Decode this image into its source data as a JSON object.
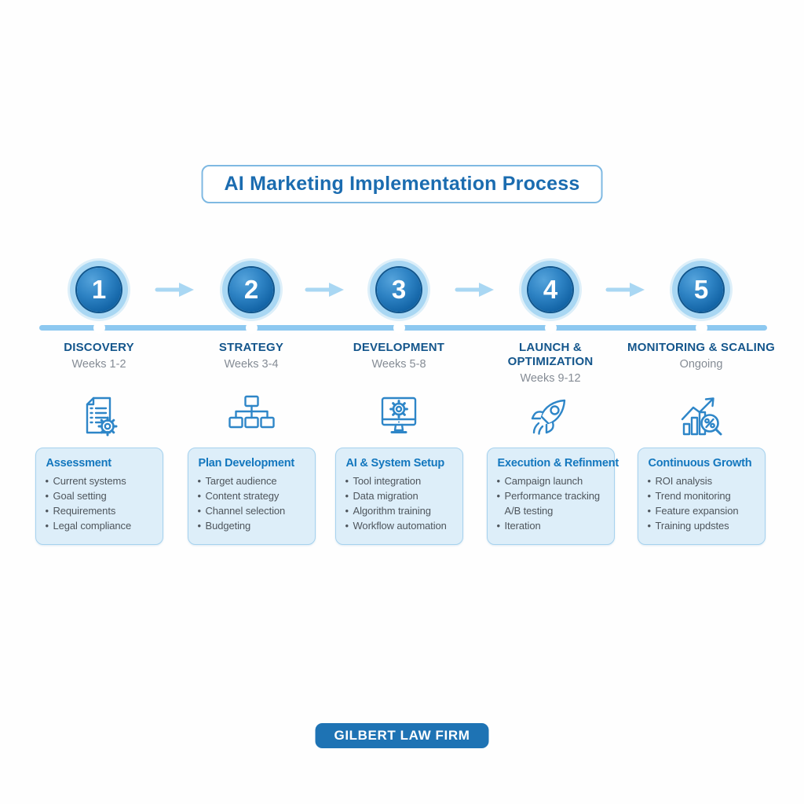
{
  "title": "AI Marketing Implementation Process",
  "footer": {
    "label": "GILBERT LAW FIRM"
  },
  "colors": {
    "title_blue": "#1b6cb0",
    "circle_blue": "#1162a4",
    "halo_blue": "#a9d7f3",
    "timeline_blue": "#8dc8f0",
    "arrow_blue": "#a9d7f3",
    "step_name_blue": "#14568c",
    "muted_gray": "#858c95",
    "icon_stroke": "#2e86c8",
    "card_bg": "#ddeef9",
    "card_border": "#a6d2ee",
    "card_title_blue": "#1377be",
    "item_gray": "#4e555c",
    "footer_bg": "#1e73b4"
  },
  "steps": [
    {
      "number": "1",
      "name": "DISCOVERY",
      "period": "Weeks 1-2",
      "icon": "document-gear-icon",
      "card": {
        "title": "Assessment",
        "items": [
          {
            "marker": "•",
            "text": "Current systems"
          },
          {
            "marker": "•",
            "text": "Goal setting"
          },
          {
            "marker": "•",
            "text": "Requirements"
          },
          {
            "marker": "•",
            "text": "Legal compliance"
          }
        ]
      }
    },
    {
      "number": "2",
      "name": "STRATEGY",
      "period": "Weeks 3-4",
      "icon": "org-chart-icon",
      "card": {
        "title": "Plan Development",
        "items": [
          {
            "marker": "•",
            "text": "Target audience"
          },
          {
            "marker": "•",
            "text": "Content strategy"
          },
          {
            "marker": "•",
            "text": "Channel selection"
          },
          {
            "marker": "•",
            "text": "Budgeting"
          }
        ]
      }
    },
    {
      "number": "3",
      "name": "DEVELOPMENT",
      "period": "Weeks 5-8",
      "icon": "monitor-gear-icon",
      "card": {
        "title": "AI & System Setup",
        "items": [
          {
            "marker": "•",
            "text": "Tool integration"
          },
          {
            "marker": "•",
            "text": "Data migration"
          },
          {
            "marker": "•",
            "text": "Algorithm training"
          },
          {
            "marker": "•",
            "text": "Workflow automation"
          }
        ]
      }
    },
    {
      "number": "4",
      "name": "LAUNCH & OPTIMIZATION",
      "period": "Weeks 9-12",
      "icon": "rocket-icon",
      "card": {
        "title": "Execution & Refinment",
        "items": [
          {
            "marker": "•",
            "text": "Campaign launch"
          },
          {
            "marker": "•",
            "text": "Performance tracking"
          },
          {
            "marker": "",
            "text": "A/B testing"
          },
          {
            "marker": "•",
            "text": "Iteration"
          }
        ]
      }
    },
    {
      "number": "5",
      "name": "MONITORING & SCALING",
      "period": "Ongoing",
      "icon": "growth-chart-icon",
      "card": {
        "title": "Continuous Growth",
        "items": [
          {
            "marker": "•",
            "text": "ROI analysis"
          },
          {
            "marker": "•",
            "text": "Trend monitoring"
          },
          {
            "marker": "•",
            "text": "Feature expansion"
          },
          {
            "marker": "•",
            "text": "Training updstes"
          }
        ]
      }
    }
  ]
}
